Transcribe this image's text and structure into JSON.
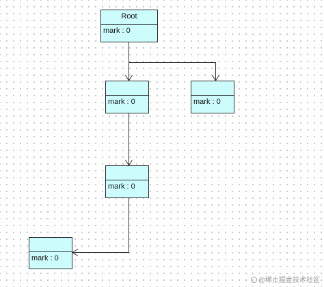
{
  "diagram": {
    "nodes": [
      {
        "id": "root",
        "title": "Root",
        "attribute": "mark : 0"
      },
      {
        "id": "child-left",
        "title": "",
        "attribute": "mark : 0"
      },
      {
        "id": "child-right",
        "title": "",
        "attribute": "mark : 0"
      },
      {
        "id": "grandchild",
        "title": "",
        "attribute": "mark : 0"
      },
      {
        "id": "great-grandchild",
        "title": "",
        "attribute": "mark : 0"
      }
    ],
    "edges": [
      {
        "from": "root",
        "to": "child-left"
      },
      {
        "from": "root",
        "to": "child-right"
      },
      {
        "from": "child-left",
        "to": "grandchild"
      },
      {
        "from": "grandchild",
        "to": "great-grandchild"
      }
    ]
  },
  "watermark": {
    "text": "@稀土掘金技术社区",
    "icon": "juejin-logo-icon"
  },
  "colors": {
    "node_fill": "#cdfcfd",
    "border": "#2a2a2a",
    "edge": "#333333"
  }
}
